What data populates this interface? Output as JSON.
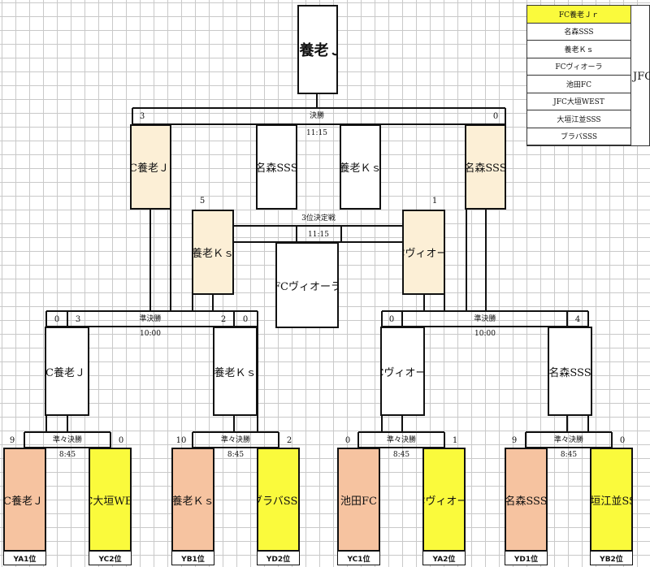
{
  "champion": "FC養老Ｊｒ",
  "final": {
    "label": "決勝",
    "time": "11:15",
    "left_score": "3",
    "right_score": "0",
    "left_team": "FC養老Ｊｒ",
    "right_team": "名森SSS",
    "inner_left": "名森SSS",
    "inner_right": "養老Ｋｓ"
  },
  "third_place": {
    "label": "3位決定戦",
    "time": "11:15",
    "left_score": "5",
    "right_score": "1",
    "left_team": "養老Ｋｓ",
    "right_team": "FCヴィオーラ",
    "winner": "FCヴィオーラ"
  },
  "semifinals": [
    {
      "label": "準決勝",
      "time": "10:00",
      "score_a": "0",
      "score_b": "3",
      "score_c": "2",
      "score_d": "0"
    },
    {
      "label": "準決勝",
      "time": "10:00",
      "score_a": "0",
      "score_b": "",
      "score_c": "",
      "score_d": "4"
    }
  ],
  "quarter_winners": [
    "FC養老Ｊｒ",
    "養老Ｋｓ",
    "FCヴィオーラ",
    "名森SSS"
  ],
  "quarterfinals": [
    {
      "label": "準々決勝",
      "time": "8:45",
      "left_score": "9",
      "right_score": "0",
      "left_team": "FC養老Ｊｒ",
      "right_team": "JFC大垣WEST",
      "left_seed": "YA1位",
      "right_seed": "YC2位"
    },
    {
      "label": "準々決勝",
      "time": "8:45",
      "left_score": "10",
      "right_score": "2",
      "left_team": "養老Ｋｓ",
      "right_team": "ブラバSSS",
      "left_seed": "YB1位",
      "right_seed": "YD2位"
    },
    {
      "label": "準々決勝",
      "time": "8:45",
      "left_score": "0",
      "right_score": "1",
      "left_team": "池田FC",
      "right_team": "FCヴィオーラ",
      "left_seed": "YC1位",
      "right_seed": "YA2位"
    },
    {
      "label": "準々決勝",
      "time": "8:45",
      "left_score": "9",
      "right_score": "0",
      "left_team": "名森SSS",
      "right_team": "大垣江並SSS",
      "left_seed": "YD1位",
      "right_seed": "YB2位"
    }
  ],
  "legend": {
    "items": [
      "FC養老Ｊｒ",
      "名森SSS",
      "養老Ｋｓ",
      "FCヴィオーラ",
      "池田FC",
      "JFC大垣WEST",
      "大垣江並SSS",
      "ブラバSSS"
    ],
    "side_text": "JFC"
  },
  "colors": {
    "winner_fill": "#fcefd6",
    "left_seed_fill": "#f6c3a0",
    "right_seed_fill": "#fafa3c",
    "legend_highlight": "#fafa3c"
  }
}
